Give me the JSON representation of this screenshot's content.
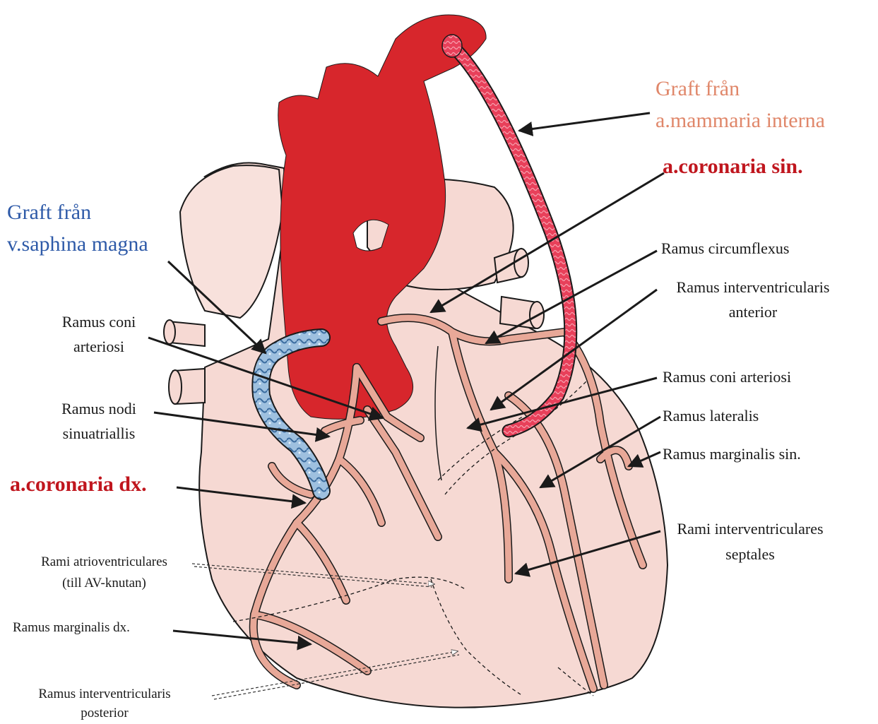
{
  "labels": {
    "graft_mammaria_line1": "Graft från",
    "graft_mammaria_line2": "a.mammaria interna",
    "coronaria_sin": "a.coronaria sin.",
    "graft_saphena_line1": "Graft från",
    "graft_saphena_line2": "v.saphina magna",
    "ramus_circumflexus": "Ramus circumflexus",
    "ramus_iv_anterior_line1": "Ramus interventricularis",
    "ramus_iv_anterior_line2": "anterior",
    "ramus_coni_right": "Ramus coni arteriosi",
    "ramus_lateralis": "Ramus lateralis",
    "ramus_marginalis_sin": "Ramus marginalis sin.",
    "rami_septales_line1": "Rami interventriculares",
    "rami_septales_line2": "septales",
    "ramus_coni_left_line1": "Ramus coni",
    "ramus_coni_left_line2": "arteriosi",
    "ramus_nodi_line1": "Ramus nodi",
    "ramus_nodi_line2": "sinuatriallis",
    "coronaria_dx": "a.coronaria dx.",
    "rami_av_line1": "Rami atrioventriculares",
    "rami_av_line2": "(till AV-knutan)",
    "ramus_marginalis_dx": "Ramus marginalis dx.",
    "ramus_iv_posterior_line1": "Ramus interventricularis",
    "ramus_iv_posterior_line2": "posterior"
  },
  "colors": {
    "heart_fill": "#f6d9d3",
    "vessel_fill": "#e8a898",
    "aorta": "#d7262c",
    "mammaria_graft": "#e8405a",
    "saphena_graft": "#8fb3d6",
    "label_red": "#c0161e",
    "label_orange": "#e0876a",
    "label_blue": "#2e5aa8"
  }
}
